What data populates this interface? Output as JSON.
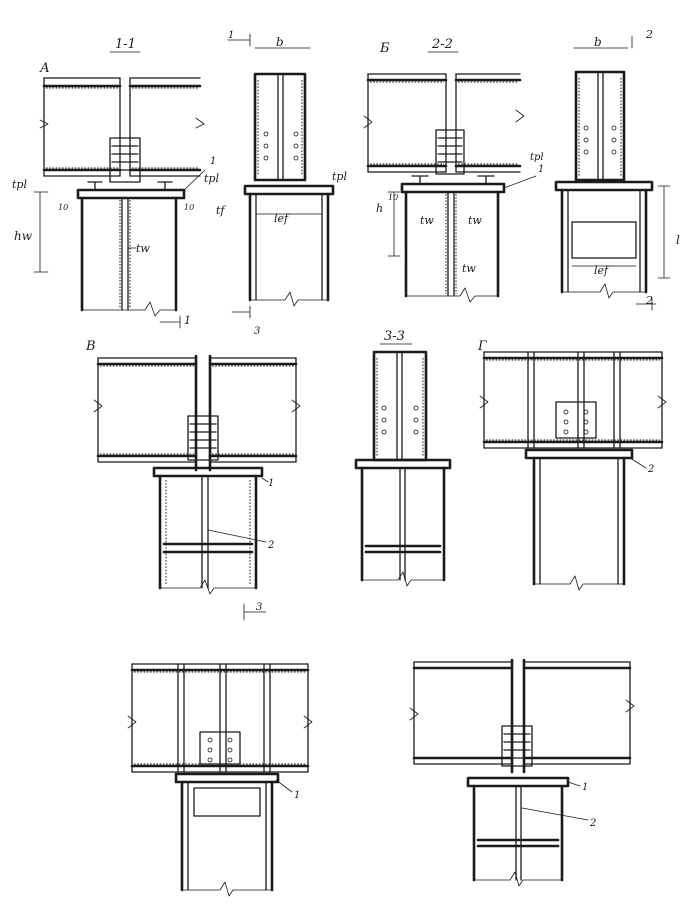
{
  "drawing": {
    "page_background": "#ffffff",
    "ink_color": "#1a1a1a",
    "panels": {
      "a": {
        "letter": "А",
        "section_label": "1-1",
        "section_mark": "1",
        "labels": {
          "tpl": "tpl",
          "hw": "hw",
          "tw": "tw",
          "b": "b",
          "lef": "lef",
          "tf": "tf",
          "dim10": "10",
          "ref1": "1",
          "sect3": "3"
        }
      },
      "b": {
        "letter": "Б",
        "section_label": "2-2",
        "section_mark": "2",
        "labels": {
          "tpl": "tpl",
          "tw": "tw",
          "b": "b",
          "lef": "lef",
          "h": "h",
          "l": "l",
          "dim10": "10",
          "ref1": "1"
        }
      },
      "v": {
        "letter": "В",
        "section_label": "3-3",
        "section_mark": "3",
        "labels": {
          "ref1": "1",
          "ref2": "2"
        }
      },
      "g": {
        "letter": "Г",
        "labels": {
          "ref2": "2"
        }
      },
      "d": {
        "labels": {
          "ref1": "1"
        }
      },
      "e": {
        "labels": {
          "ref1": "1",
          "ref2": "2"
        }
      }
    }
  }
}
